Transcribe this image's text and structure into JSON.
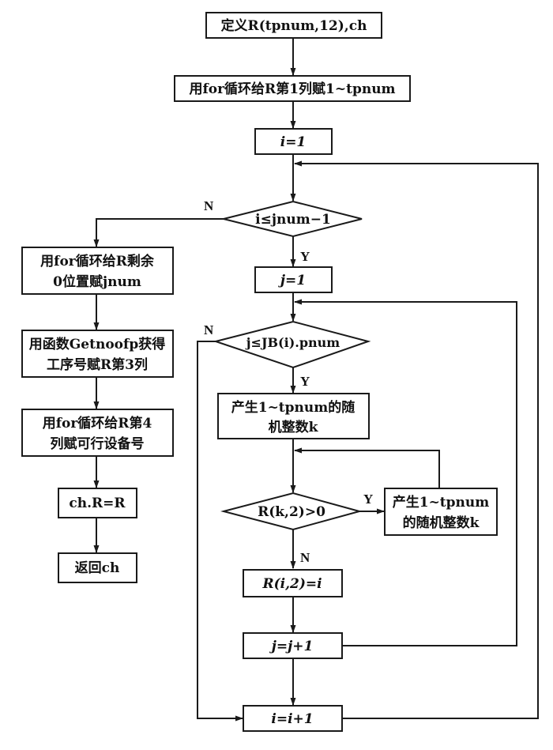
{
  "flowchart": {
    "colors": {
      "stroke": "#1a1a1a",
      "background": "#ffffff",
      "text": "#111111"
    },
    "nodes": {
      "define": "定义R(tpnum,12),ch",
      "init_col1": "用for循环给R第1列赋1~tpnum",
      "i_init": "i=1",
      "cond_i": "i≤jnum−1",
      "j_init": "j=1",
      "cond_j": "j≤JB(i).pnum",
      "rand1_line1": "产生1~tpnum的随",
      "rand1_line2": "机整数k",
      "cond_k": "R(k,2)>0",
      "rand2_line1": "产生1~tpnum",
      "rand2_line2": "的随机整数k",
      "assign": "R(i,2)=i",
      "j_inc": "j=j+1",
      "i_inc": "i=i+1",
      "fill_rest_line1": "用for循环给R剩余",
      "fill_rest_line2": "0位置赋jnum",
      "getnoofp_line1": "用函数Getnoofp获得",
      "getnoofp_line2": "工序号赋R第3列",
      "col4_line1": "用for循环给R第4",
      "col4_line2": "列赋可行设备号",
      "ch_assign": "ch.R=R",
      "return": "返回ch"
    },
    "labels": {
      "cond_i_no": "N",
      "cond_i_yes": "Y",
      "cond_j_no": "N",
      "cond_j_yes": "Y",
      "cond_k_yes": "Y",
      "cond_k_no": "N"
    }
  }
}
